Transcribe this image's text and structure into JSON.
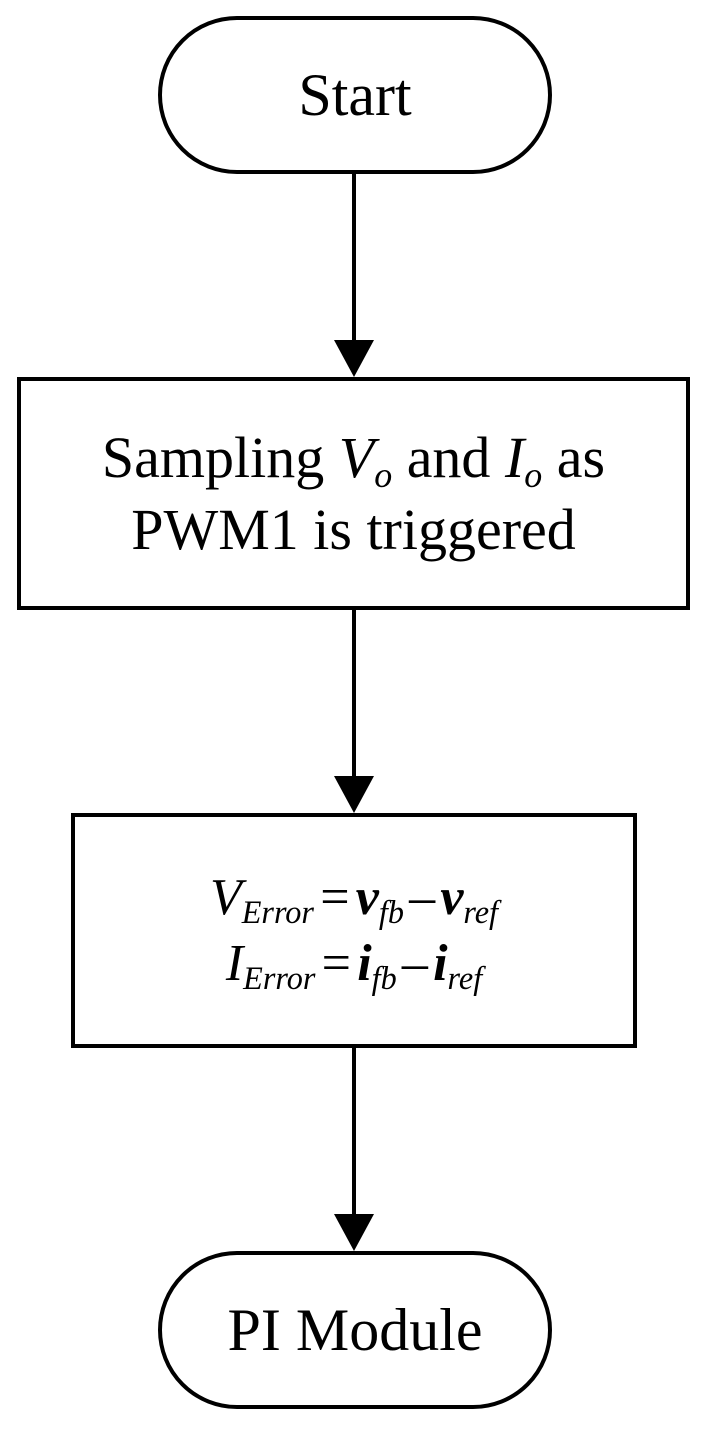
{
  "diagram": {
    "start": {
      "label": "Start"
    },
    "sampling": {
      "line1_prefix": "Sampling ",
      "v_symbol": "V",
      "v_sub": "o",
      "and_text": " and ",
      "i_symbol": "I",
      "i_sub": "o",
      "as_text": " as",
      "line2": "PWM1 is triggered"
    },
    "error_calc": {
      "v_error": {
        "lhs_symbol": "V",
        "lhs_sub": "Error",
        "equals": "=",
        "term1_symbol": "v",
        "term1_sub": "fb",
        "minus": "–",
        "term2_symbol": "v",
        "term2_sub": "ref"
      },
      "i_error": {
        "lhs_symbol": "I",
        "lhs_sub": "Error",
        "equals": "=",
        "term1_symbol": "i",
        "term1_sub": "fb",
        "minus": "–",
        "term2_symbol": "i",
        "term2_sub": "ref"
      }
    },
    "end": {
      "label": "PI Module"
    }
  }
}
